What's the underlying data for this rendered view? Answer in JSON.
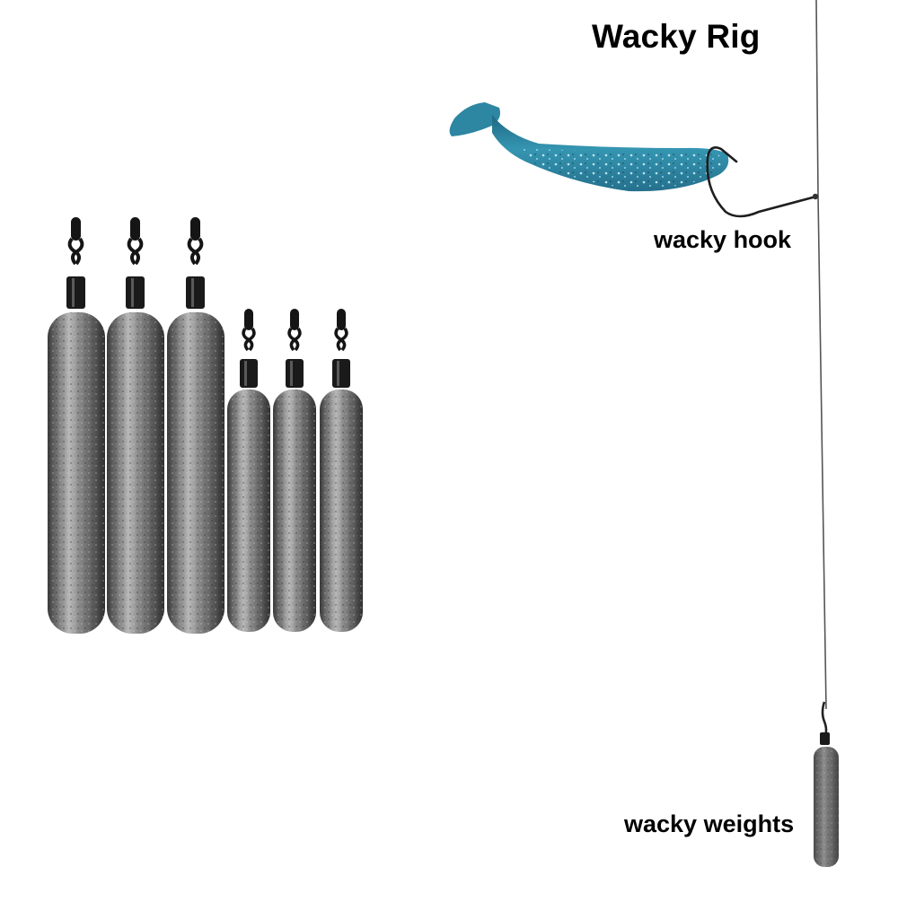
{
  "title": "Wacky Rig",
  "labels": {
    "hook": "wacky hook",
    "weights": "wacky weights"
  },
  "colors": {
    "background": "#ffffff",
    "text": "#000000",
    "lure_body": "#2e8aa6",
    "lure_dark": "#1d5f7a",
    "lure_glitter": "#cfeef7",
    "weight_metal": "#6b6b6b",
    "weight_highlight": "#b5b5b5",
    "swivel": "#141414",
    "line": "#555555"
  },
  "weights_group": {
    "large_count": 3,
    "small_count": 3
  }
}
